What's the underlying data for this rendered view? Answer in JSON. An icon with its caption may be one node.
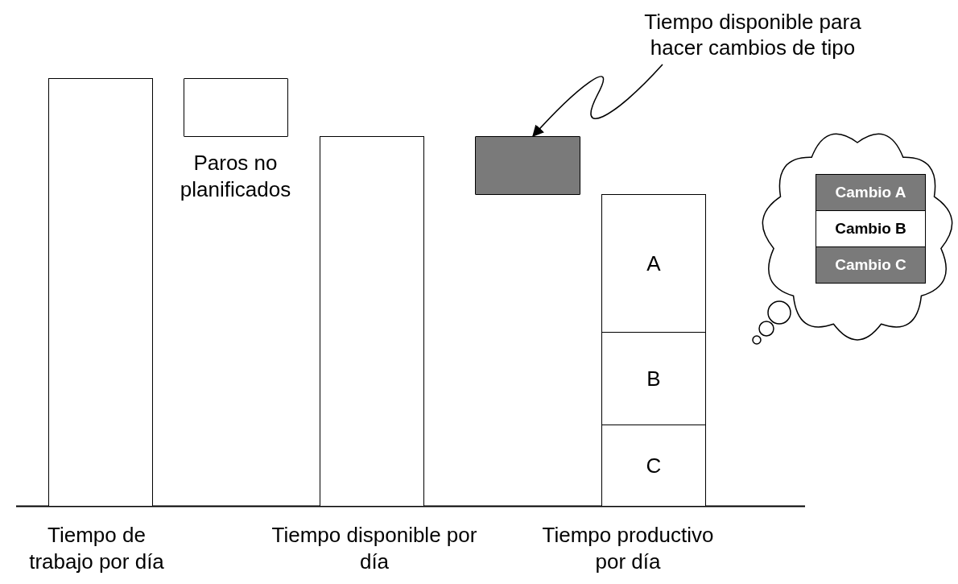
{
  "diagram": {
    "nodes": [
      {
        "text": [],
        "shape": "bar"
      },
      {
        "text": [],
        "shape": "box",
        "beside": [
          "Paros no planificados"
        ]
      },
      {
        "text": [],
        "shape": "bar"
      },
      {
        "text": [],
        "shape": "box"
      },
      {
        "text": [
          "Tiempo disponible para hacer cambios de tipo"
        ]
      },
      {
        "text": [
          "A"
        ]
      },
      {
        "text": [
          "B"
        ]
      },
      {
        "text": [
          "C"
        ]
      },
      {
        "text": [],
        "shape": "cloud"
      },
      {
        "text": [
          "Cambio A"
        ],
        "in": 8
      },
      {
        "text": [
          "Cambio B"
        ],
        "in": 8
      },
      {
        "text": [
          "Cambio C"
        ],
        "in": 8
      }
    ],
    "edges": [
      {
        "from": 4,
        "to": 3,
        "arrow": "to"
      }
    ],
    "labels": [
      "Tiempo de trabajo por día",
      "Tiempo disponible por día",
      "Tiempo productivo por día"
    ]
  }
}
